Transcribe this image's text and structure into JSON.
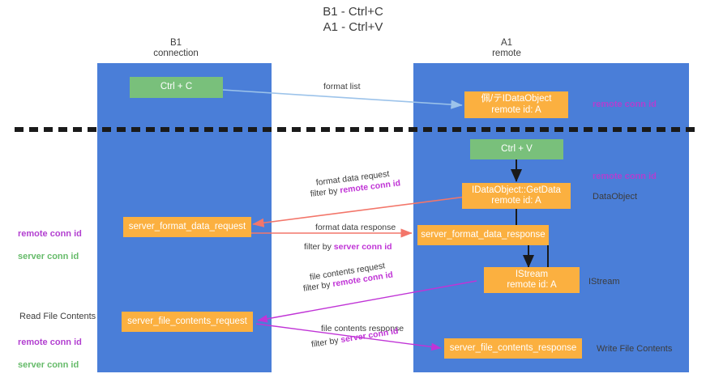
{
  "title": "B1 - Ctrl+C\nA1 - Ctrl+V",
  "columns": {
    "b1": "B1\nconnection",
    "a1": "A1\nremote"
  },
  "colors": {
    "lane": "#4a7ed8",
    "green_box": "#79c07b",
    "orange_box": "#fbb040",
    "purple_text": "#b23fd0",
    "green_text": "#66bb6a",
    "blue_arrow": "#9cc3ea",
    "red_arrow": "#f3766a",
    "magenta_arrow": "#c034d6",
    "black_arrow": "#1a1a1a",
    "divider": "#1a1a1a"
  },
  "boxes": {
    "ctrl_c": "Ctrl + C",
    "ctrl_v": "Ctrl + V",
    "idataobject_remote": "佩/テIDataObject\nremote id: A",
    "getdata": "IDataObject::GetData\nremote id: A",
    "server_format_data_request": "server_format_data_request",
    "server_format_data_response": "server_format_data_response",
    "istream": "IStream\nremote id: A",
    "server_file_contents_request": "server_file_contents_request",
    "server_file_contents_response": "server_file_contents_response"
  },
  "side_labels": {
    "remote_conn_id_top": "remote conn id",
    "remote_conn_id_mid": "remote conn id",
    "dataobject": "DataObject",
    "istream": "IStream",
    "write_file_contents": "Write File Contents",
    "read_file_contents": "Read File Contents",
    "left_ids_mid": {
      "purple": "remote conn id",
      "green": "server conn id"
    },
    "left_ids_bottom": {
      "purple": "remote conn id",
      "green": "server conn id"
    }
  },
  "arrow_labels": {
    "format_list": "format list",
    "format_data_request": "format data request",
    "filter_by_remote_conn_id_1": {
      "prefix": "filter by ",
      "highlight": "remote conn id"
    },
    "format_data_response": "format data response",
    "filter_by_server_conn_id_1": {
      "prefix": "filter by ",
      "highlight": "server conn id"
    },
    "file_contents_request": "file contents request",
    "filter_by_remote_conn_id_2": {
      "prefix": "filter by ",
      "highlight": "remote conn id"
    },
    "file_contents_response": "file contents response",
    "filter_by_server_conn_id_2": {
      "prefix": "filter by ",
      "highlight": "server conn id"
    }
  }
}
